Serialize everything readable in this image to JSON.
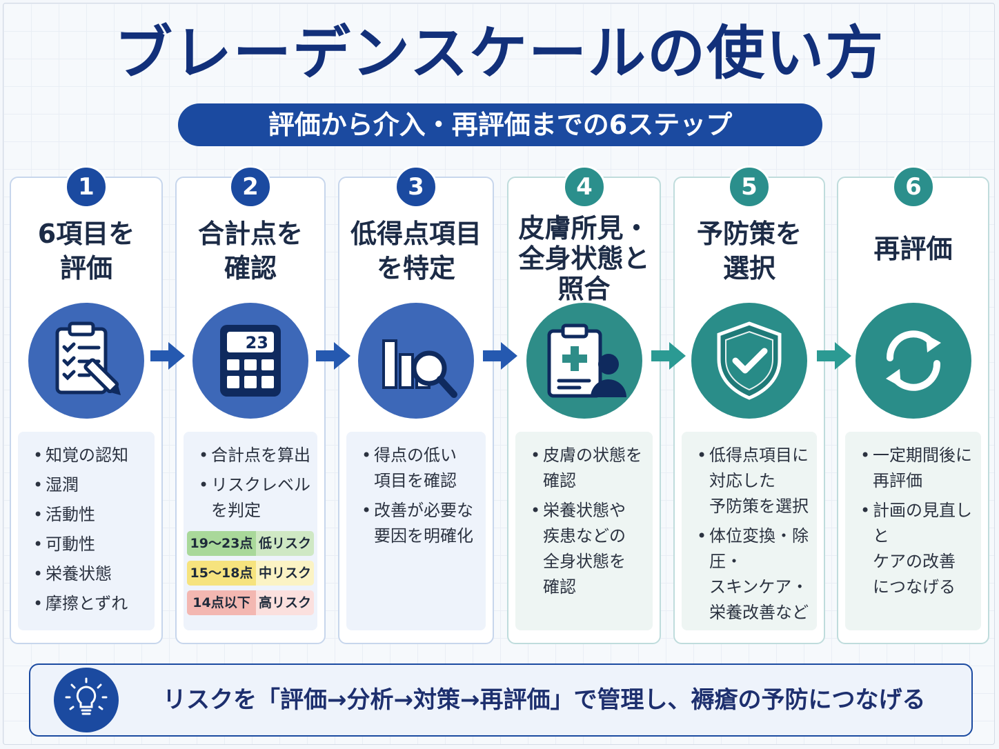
{
  "title": "ブレーデンスケールの使い方",
  "subtitle": "評価から介入・再評価までの6ステップ",
  "colors": {
    "navy": "#1b4aa0",
    "teal": "#2b8f8c",
    "title": "#12307a"
  },
  "steps": [
    {
      "num": "1",
      "title_lines": [
        "6項目を",
        "評価"
      ],
      "icon": "clipboard-checklist-icon",
      "bullets": [
        "知覚の認知",
        "湿潤",
        "活動性",
        "可動性",
        "栄養状態",
        "摩擦とずれ"
      ]
    },
    {
      "num": "2",
      "title_lines": [
        "合計点を",
        "確認"
      ],
      "icon": "calculator-icon",
      "icon_text": "23",
      "bullets": [
        "合計点を算出",
        "リスクレベル\nを判定"
      ],
      "risk": [
        {
          "score": "19〜23点",
          "level": "低リスク",
          "color": "#cfe8c4",
          "score_color": "#a9d89a"
        },
        {
          "score": "15〜18点",
          "level": "中リスク",
          "color": "#fbf3c4",
          "score_color": "#f6e37e"
        },
        {
          "score": "14点以下",
          "level": "高リスク",
          "color": "#fbe0de",
          "score_color": "#f3b7b1"
        }
      ]
    },
    {
      "num": "3",
      "title_lines": [
        "低得点項目",
        "を特定"
      ],
      "icon": "bar-chart-magnifier-icon",
      "bullets": [
        "得点の低い\n項目を確認",
        "改善が必要な\n要因を明確化"
      ]
    },
    {
      "num": "4",
      "title_lines": [
        "皮膚所見・",
        "全身状態と",
        "照合"
      ],
      "icon": "medical-record-person-icon",
      "bullets": [
        "皮膚の状態を\n確認",
        "栄養状態や\n疾患などの\n全身状態を\n確認"
      ]
    },
    {
      "num": "5",
      "title_lines": [
        "予防策を",
        "選択"
      ],
      "icon": "shield-check-icon",
      "bullets": [
        "低得点項目に\n対応した\n予防策を選択",
        "体位変換・除圧・\nスキンケア・\n栄養改善など"
      ]
    },
    {
      "num": "6",
      "title_lines": [
        "再評価"
      ],
      "icon": "refresh-cycle-icon",
      "bullets": [
        "一定期間後に\n再評価",
        "計画の見直しと\nケアの改善\nにつなげる"
      ]
    }
  ],
  "footer": {
    "icon": "lightbulb-icon",
    "text": "リスクを「評価→分析→対策→再評価」で管理し、褥瘡の予防につなげる"
  }
}
